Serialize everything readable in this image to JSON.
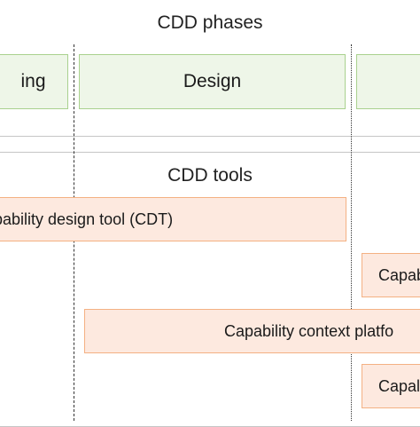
{
  "phases_panel": {
    "title": "CDD phases",
    "phases": [
      {
        "label": "ing"
      },
      {
        "label": "Design"
      },
      {
        "label": ""
      }
    ]
  },
  "tools_panel": {
    "title": "CDD tools",
    "tools": [
      {
        "label": "bability design tool (CDT)"
      },
      {
        "label": "Capab"
      },
      {
        "label": "Capability context platfo"
      },
      {
        "label": "Capal"
      }
    ]
  },
  "colors": {
    "phase_fill": "#eef6e8",
    "phase_border": "#a9d18e",
    "tool_fill": "#fde9df",
    "tool_border": "#f4b183",
    "panel_border": "#c6c6c6"
  }
}
